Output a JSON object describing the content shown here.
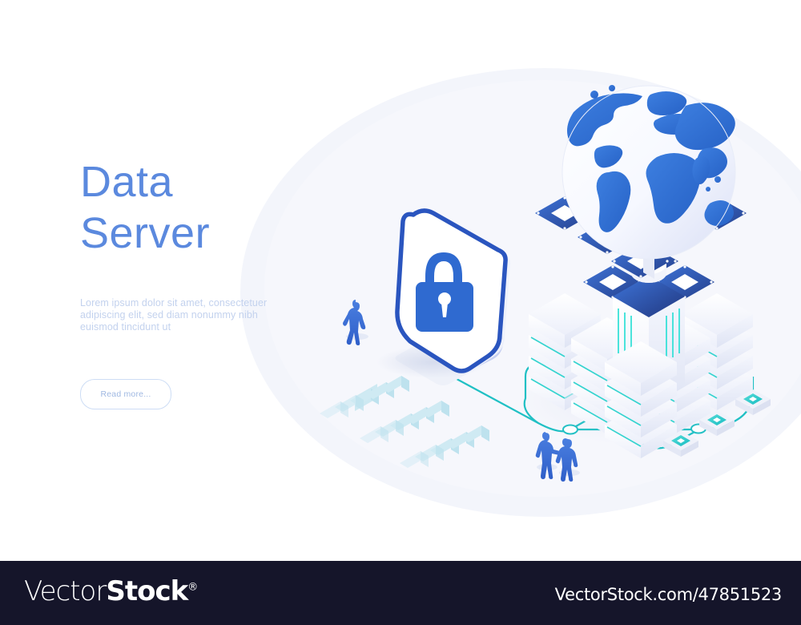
{
  "hero": {
    "title_line1": "Data",
    "title_line2": "Server",
    "paragraph": "Lorem ipsum dolor sit amet, consectetuer adipiscing elit, sed diam nonummy nibh euismod tincidunt ut",
    "cta_label": "Read more...",
    "colors": {
      "title": "#5b89de",
      "paragraph": "#c3d2ee",
      "cta_text": "#9fb8e2",
      "cta_border": "#cdddf5",
      "backdrop_ellipse": "#f3f5fb",
      "accent_blue": "#2f6ad0",
      "deep_blue": "#2b4e9b",
      "accent_teal": "#1fc0c4",
      "arrow_blue": "#bfe4ef",
      "page_background": "#ffffff"
    }
  },
  "illustration": {
    "name": "isometric-data-server-scene",
    "elements": [
      {
        "name": "globe",
        "label": "Earth globe with continents"
      },
      {
        "name": "security-shield",
        "label": "Shield with padlock"
      },
      {
        "name": "server-stacks",
        "label": "Isometric server racks",
        "count": 7
      },
      {
        "name": "circuit-paths",
        "label": "Teal connection lines"
      },
      {
        "name": "people",
        "label": "Human silhouettes",
        "count": 3
      },
      {
        "name": "chevron-arrows",
        "label": "Data flow arrows",
        "rows": 3
      },
      {
        "name": "data-tiles",
        "label": "Small teal tiles",
        "count": 3
      }
    ]
  },
  "footer": {
    "brand_light": "Vector",
    "brand_bold": "Stock",
    "brand_reg": "®",
    "url": "VectorStock.com/47851523",
    "background": "#15152a"
  }
}
